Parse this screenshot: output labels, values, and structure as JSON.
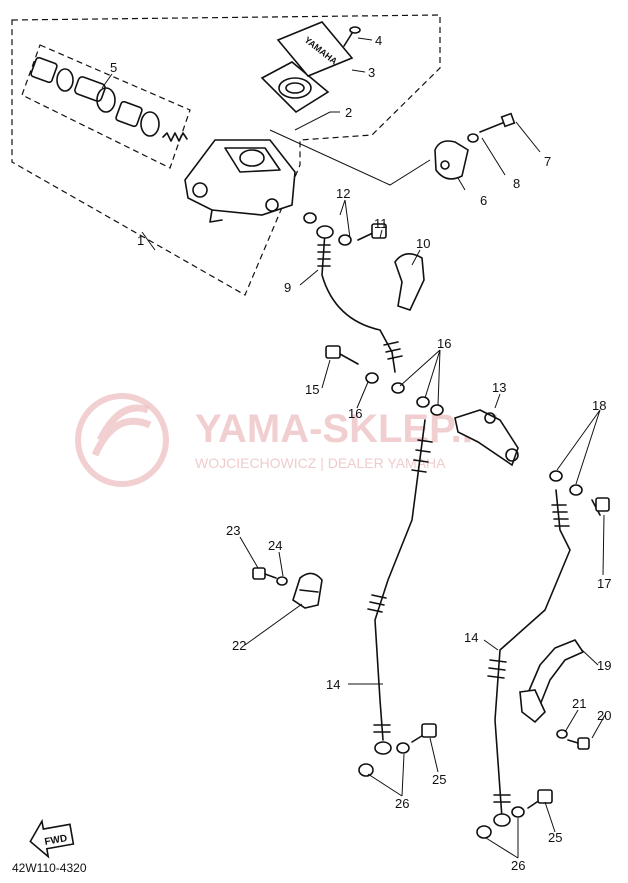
{
  "watermark": {
    "title": "YAMA-SKLEP.PL",
    "subtitle": "WOJCIECHOWICZ | DEALER YAMAHA",
    "color": "#e7a9ab"
  },
  "reservoir_cover_text": "YAMAHA",
  "fwd_label": "FWD",
  "diagram_code": "42W110-4320",
  "callouts": [
    {
      "id": "c1",
      "text": "1"
    },
    {
      "id": "c2",
      "text": "2"
    },
    {
      "id": "c3",
      "text": "3"
    },
    {
      "id": "c4",
      "text": "4"
    },
    {
      "id": "c5",
      "text": "5"
    },
    {
      "id": "c6",
      "text": "6"
    },
    {
      "id": "c7",
      "text": "7"
    },
    {
      "id": "c8",
      "text": "8"
    },
    {
      "id": "c9",
      "text": "9"
    },
    {
      "id": "c10",
      "text": "10"
    },
    {
      "id": "c11",
      "text": "11"
    },
    {
      "id": "c12",
      "text": "12"
    },
    {
      "id": "c13",
      "text": "13"
    },
    {
      "id": "c14a",
      "text": "14"
    },
    {
      "id": "c14b",
      "text": "14"
    },
    {
      "id": "c15",
      "text": "15"
    },
    {
      "id": "c16a",
      "text": "16"
    },
    {
      "id": "c16b",
      "text": "16"
    },
    {
      "id": "c17",
      "text": "17"
    },
    {
      "id": "c18",
      "text": "18"
    },
    {
      "id": "c19",
      "text": "19"
    },
    {
      "id": "c20",
      "text": "20"
    },
    {
      "id": "c21",
      "text": "21"
    },
    {
      "id": "c22",
      "text": "22"
    },
    {
      "id": "c23",
      "text": "23"
    },
    {
      "id": "c24",
      "text": "24"
    },
    {
      "id": "c25a",
      "text": "25"
    },
    {
      "id": "c25b",
      "text": "25"
    },
    {
      "id": "c26a",
      "text": "26"
    },
    {
      "id": "c26b",
      "text": "26"
    }
  ]
}
